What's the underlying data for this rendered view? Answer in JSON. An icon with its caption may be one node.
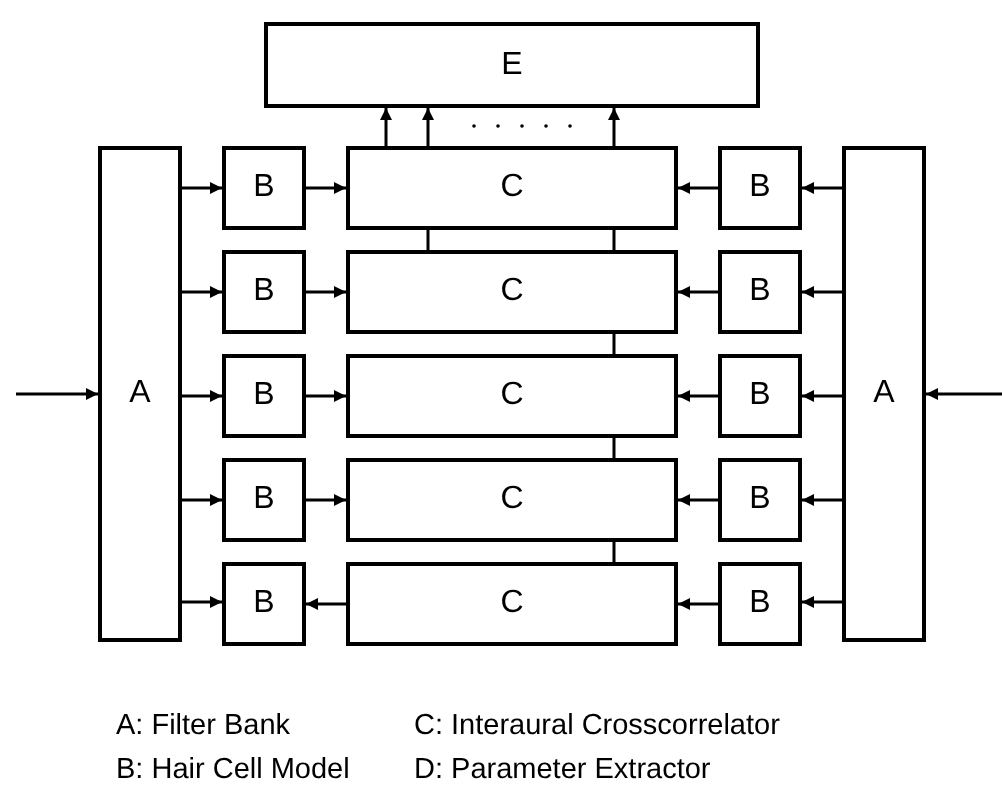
{
  "diagram": {
    "nodes": [
      {
        "text": [
          "E"
        ]
      },
      {
        "text": [
          "A"
        ]
      },
      {
        "text": [
          "A"
        ]
      },
      {
        "text": [
          "B"
        ]
      },
      {
        "text": [
          "B"
        ]
      },
      {
        "text": [
          "B"
        ]
      },
      {
        "text": [
          "B"
        ]
      },
      {
        "text": [
          "B"
        ]
      },
      {
        "text": [
          "C"
        ]
      },
      {
        "text": [
          "C"
        ]
      },
      {
        "text": [
          "C"
        ]
      },
      {
        "text": [
          "C"
        ]
      },
      {
        "text": [
          "C"
        ]
      },
      {
        "text": [
          "B"
        ]
      },
      {
        "text": [
          "B"
        ]
      },
      {
        "text": [
          "B"
        ]
      },
      {
        "text": [
          "B"
        ]
      },
      {
        "text": [
          "B"
        ]
      }
    ],
    "edges": [
      {
        "from": null,
        "to": 1,
        "arrow": "to"
      },
      {
        "from": null,
        "to": 2,
        "arrow": "to"
      },
      {
        "from": 1,
        "to": 3,
        "arrow": "to"
      },
      {
        "from": 1,
        "to": 4,
        "arrow": "to"
      },
      {
        "from": 1,
        "to": 5,
        "arrow": "to"
      },
      {
        "from": 1,
        "to": 6,
        "arrow": "to"
      },
      {
        "from": 1,
        "to": 7,
        "arrow": "to"
      },
      {
        "from": 3,
        "to": 8,
        "arrow": "to"
      },
      {
        "from": 4,
        "to": 9,
        "arrow": "to"
      },
      {
        "from": 5,
        "to": 10,
        "arrow": "to"
      },
      {
        "from": 6,
        "to": 11,
        "arrow": "to"
      },
      {
        "from": 12,
        "to": 7,
        "arrow": "to"
      },
      {
        "from": 2,
        "to": 13,
        "arrow": "to"
      },
      {
        "from": 2,
        "to": 14,
        "arrow": "to"
      },
      {
        "from": 2,
        "to": 15,
        "arrow": "to"
      },
      {
        "from": 2,
        "to": 16,
        "arrow": "to"
      },
      {
        "from": 2,
        "to": 17,
        "arrow": "to"
      },
      {
        "from": 13,
        "to": 8,
        "arrow": "to"
      },
      {
        "from": 14,
        "to": 9,
        "arrow": "to"
      },
      {
        "from": 15,
        "to": 10,
        "arrow": "to"
      },
      {
        "from": 16,
        "to": 11,
        "arrow": "to"
      },
      {
        "from": 17,
        "to": 12,
        "arrow": "to"
      },
      {
        "from": 8,
        "to": 0,
        "arrow": "to"
      },
      {
        "from": 8,
        "to": 0,
        "arrow": "to"
      },
      {
        "from": 8,
        "to": 0,
        "arrow": "to"
      },
      {
        "from": 8,
        "to": 9,
        "arrow": "none"
      },
      {
        "from": 8,
        "to": 9,
        "arrow": "none"
      },
      {
        "from": 9,
        "to": 10,
        "arrow": "none"
      },
      {
        "from": 10,
        "to": 11,
        "arrow": "none"
      },
      {
        "from": 11,
        "to": 12,
        "arrow": "none"
      }
    ],
    "labels": [
      "A: Filter Bank",
      "C: Interaural Crosscorrelator",
      "B: Hair Cell Model",
      "D: Parameter Extractor"
    ]
  }
}
